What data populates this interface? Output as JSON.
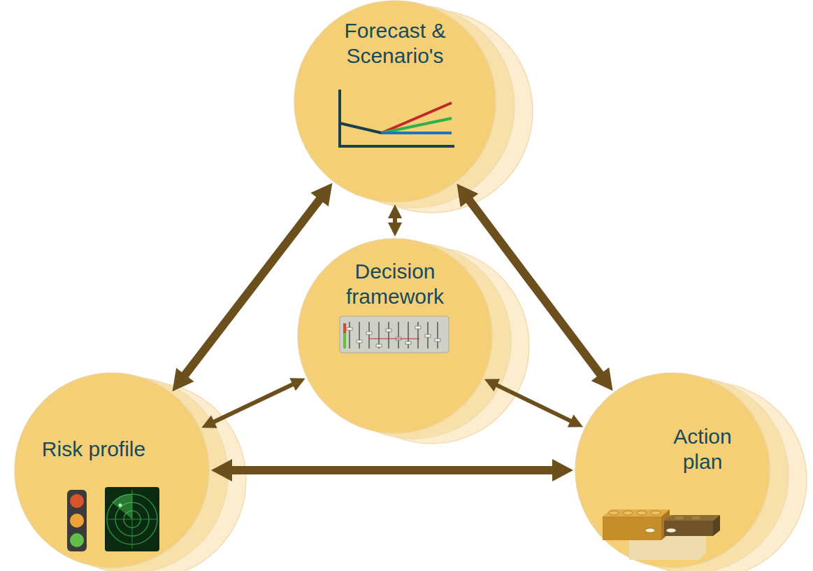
{
  "diagram": {
    "nodes": [
      {
        "text": [
          "Forecast & Scenario's"
        ]
      },
      {
        "text": [
          "Decision framework"
        ]
      },
      {
        "text": [
          "Risk profile"
        ]
      },
      {
        "text": [
          "Action plan"
        ]
      }
    ],
    "edges": [
      {
        "from": 0,
        "to": 2,
        "arrow": "both"
      },
      {
        "from": 0,
        "to": 3,
        "arrow": "both"
      },
      {
        "from": 0,
        "to": 1,
        "arrow": "both"
      },
      {
        "from": 2,
        "to": 1,
        "arrow": "both"
      },
      {
        "from": 1,
        "to": 3,
        "arrow": "both"
      },
      {
        "from": 2,
        "to": 3,
        "arrow": "both"
      }
    ]
  }
}
